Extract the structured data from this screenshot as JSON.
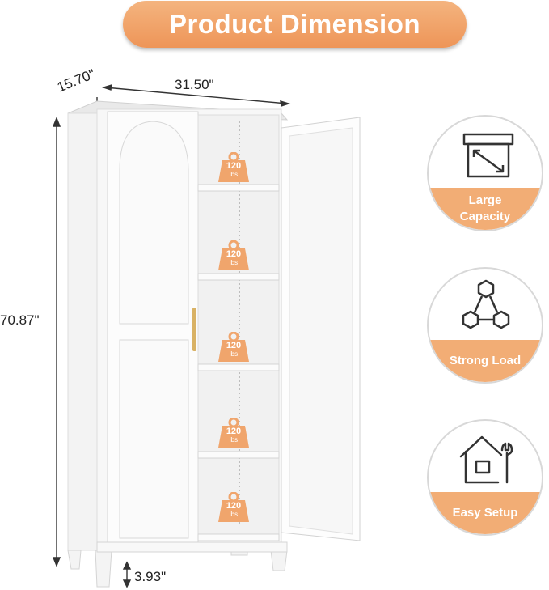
{
  "title": "Product Dimension",
  "dimensions": {
    "depth": "15.70\"",
    "width": "31.50\"",
    "height": "70.87\"",
    "leg_height": "3.93\""
  },
  "shelf_capacity": {
    "value": "120",
    "unit": "lbs",
    "count": 5
  },
  "features": [
    {
      "label": "Large\nCapacity",
      "icon": "box-expand-icon"
    },
    {
      "label": "Strong Load",
      "icon": "hexagon-molecule-icon"
    },
    {
      "label": "Easy Setup",
      "icon": "house-wrench-icon"
    }
  ],
  "colors": {
    "accent": "#F2AD75",
    "banner": "#EE9558",
    "cabinet": "#FFFFFF"
  }
}
